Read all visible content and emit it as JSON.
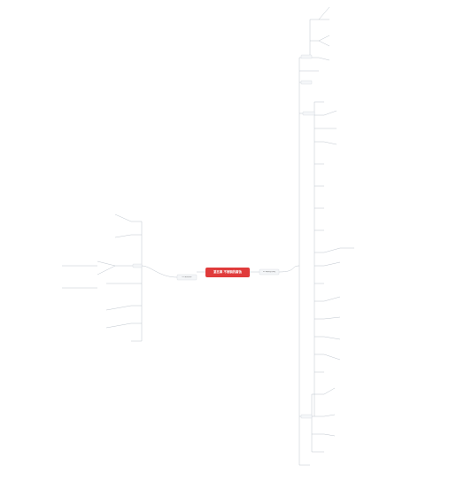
{
  "mindmap": {
    "root": "第五章 不锈钢的腐蚀",
    "left_branch": "5.1 腐蚀与防护",
    "right_branch": "5.2 腐蚀类型与机理",
    "colors": {
      "root_fill": "#e03b3b",
      "line": "#b8bfc8",
      "text": "#555555",
      "highlight": "#dd3333"
    }
  }
}
